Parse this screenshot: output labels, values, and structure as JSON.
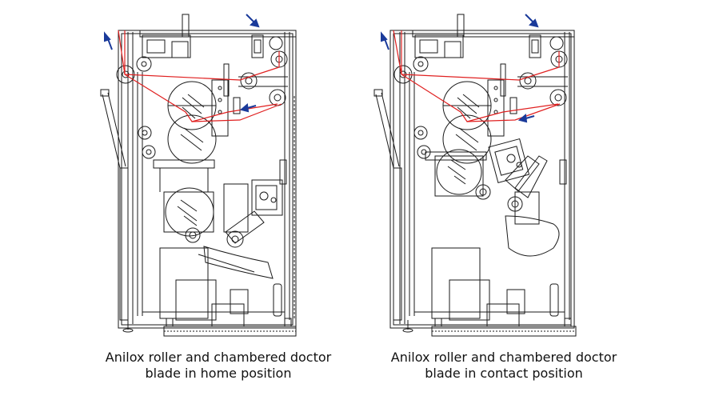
{
  "diagrams": [
    {
      "caption_line1": "Anilox roller and chambered doctor",
      "caption_line2": "blade in home position",
      "state": "home"
    },
    {
      "caption_line1": "Anilox roller and chambered doctor",
      "caption_line2": "blade in contact position",
      "state": "contact"
    }
  ],
  "colors": {
    "line": "#1a1a1a",
    "web_path": "#e02020",
    "arrow": "#1a3a9a"
  }
}
